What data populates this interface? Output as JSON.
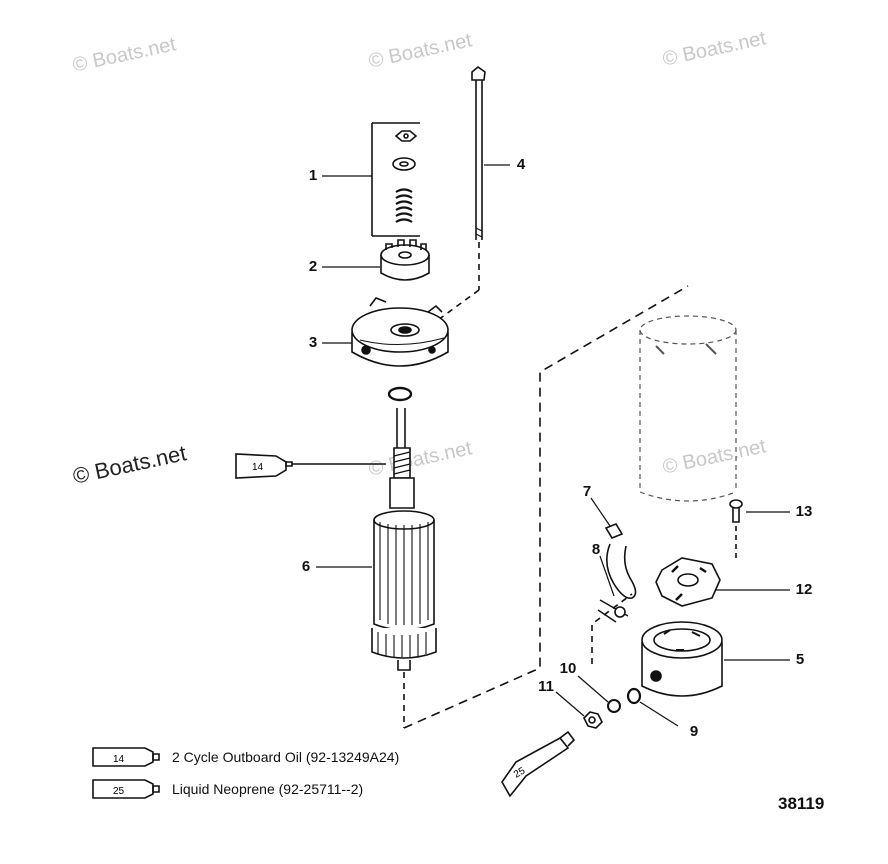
{
  "watermarks": {
    "small": "© Boats.net",
    "large": "© Boats.net"
  },
  "callouts": [
    "1",
    "2",
    "3",
    "4",
    "5",
    "6",
    "7",
    "8",
    "9",
    "10",
    "11",
    "12",
    "13"
  ],
  "legend": [
    {
      "code": "14",
      "text": "2 Cycle Outboard Oil (92-13249A24)"
    },
    {
      "code": "25",
      "text": "Liquid Neoprene (92-25711--2)"
    }
  ],
  "tube_labels": {
    "tube_a": "14",
    "tube_b": "25"
  },
  "figure_number": "38119"
}
